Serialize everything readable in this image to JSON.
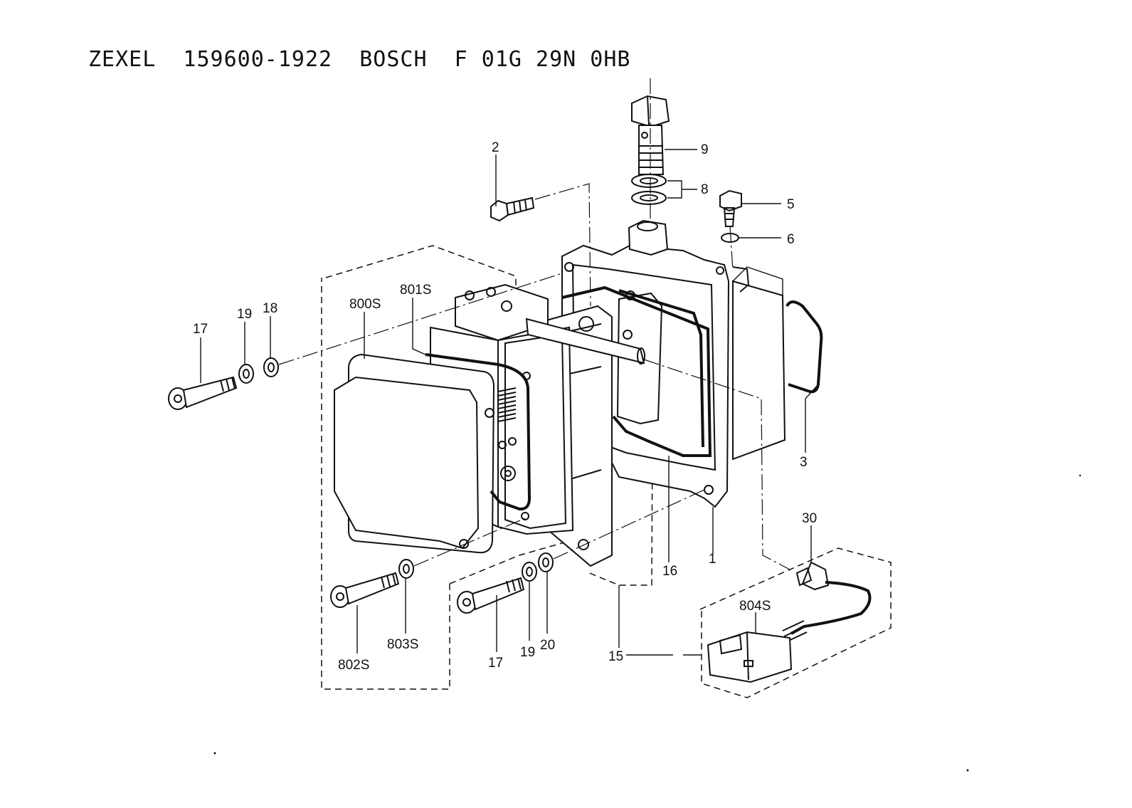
{
  "title": "ZEXEL  159600-1922  BOSCH  F 01G 29N 0HB",
  "callouts": {
    "c1": "1",
    "c2": "2",
    "c3": "3",
    "c5": "5",
    "c6": "6",
    "c8": "8",
    "c9": "9",
    "c15": "15",
    "c16": "16",
    "c17a": "17",
    "c17b": "17",
    "c18": "18",
    "c19a": "19",
    "c19b": "19",
    "c20": "20",
    "c30": "30",
    "c800S": "800S",
    "c801S": "801S",
    "c802S": "802S",
    "c803S": "803S",
    "c804S": "804S"
  }
}
